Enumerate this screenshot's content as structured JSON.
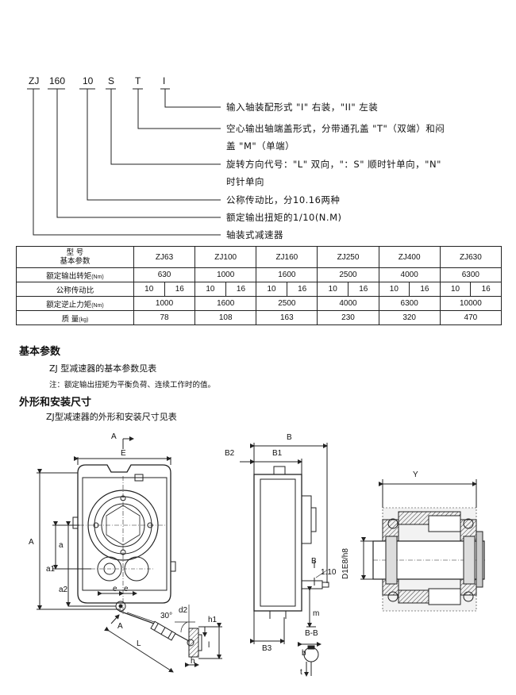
{
  "model_code": {
    "parts": [
      "ZJ",
      "160",
      "10",
      "S",
      "T",
      "I"
    ]
  },
  "model_desc": [
    "输入轴装配形式  \"I\"  右装，\"II\"  左装",
    "空心输出轴端盖形式，分带通孔盖 \"T\"（双端）和闷",
    "盖 \"M\"（单端）",
    "旋转方向代号：\"L\" 双向，\"：S\" 顺时针单向，\"N\"",
    "时针单向",
    "公称传动比，分10.16两种",
    "额定输出扭矩的1/10(N.M)",
    "轴装式减速器"
  ],
  "table": {
    "header_top": "型   号",
    "header_bottom": "基本参数",
    "models": [
      "ZJ63",
      "ZJ100",
      "ZJ160",
      "ZJ250",
      "ZJ400",
      "ZJ630"
    ],
    "rows": [
      {
        "label": "额定输出转矩",
        "unit": "(Nm)",
        "values": [
          "630",
          "1000",
          "1600",
          "2500",
          "4000",
          "6300"
        ]
      },
      {
        "label": "公称传动比",
        "unit": "",
        "values": [
          "10",
          "16",
          "10",
          "16",
          "10",
          "16",
          "10",
          "16",
          "10",
          "16",
          "10",
          "16"
        ]
      },
      {
        "label": "额定逆止力矩",
        "unit": "(Nm)",
        "values": [
          "1000",
          "1600",
          "2500",
          "4000",
          "6300",
          "10000"
        ]
      },
      {
        "label": "质    量",
        "unit": "(kg)",
        "values": [
          "78",
          "108",
          "163",
          "230",
          "320",
          "470"
        ]
      }
    ]
  },
  "section1": {
    "title": "基本参数",
    "line": "ZJ 型减速器的基本参数见表",
    "note": "注：额定输出扭矩为平衡负荷、连续工作时的值。"
  },
  "section2": {
    "title": "外形和安装尺寸",
    "line": "ZJ型减速器的外形和安装尺寸见表"
  },
  "drawing_labels": {
    "A_arrow": "A",
    "E": "E",
    "A": "A",
    "a": "a",
    "a1": "a1",
    "a2": "a2",
    "e1": "e",
    "e2": "e",
    "A_view": "A",
    "L": "L",
    "deg": "30°",
    "d2": "d2",
    "h1": "h1",
    "l": "l",
    "h": "h",
    "B": "B",
    "B1": "B1",
    "B2": "B2",
    "B3": "B3",
    "B_sec": "B",
    "ratio": "1:10",
    "m": "m",
    "BB": "B-B",
    "b": "b",
    "t": "t",
    "Y": "Y",
    "D1": "D1E8/h8"
  }
}
